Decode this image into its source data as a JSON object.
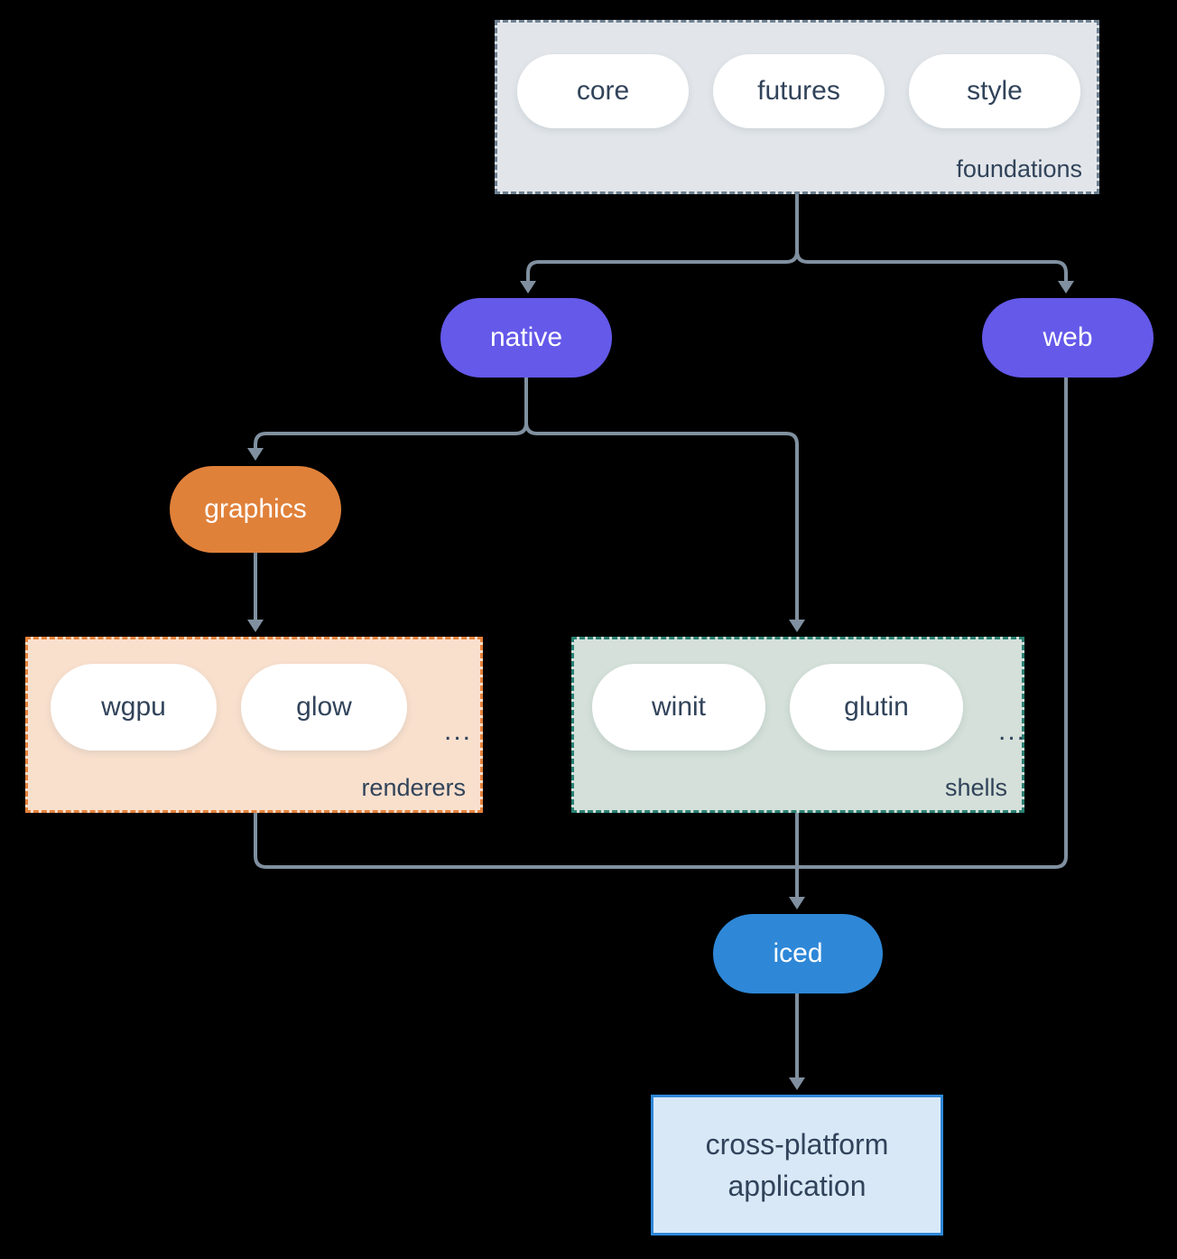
{
  "groups": {
    "foundations": {
      "label": "foundations",
      "items": [
        "core",
        "futures",
        "style"
      ]
    },
    "renderers": {
      "label": "renderers",
      "items": [
        "wgpu",
        "glow"
      ],
      "more": "..."
    },
    "shells": {
      "label": "shells",
      "items": [
        "winit",
        "glutin"
      ],
      "more": "..."
    }
  },
  "nodes": {
    "native": "native",
    "web": "web",
    "graphics": "graphics",
    "iced": "iced",
    "application": "cross-platform application"
  },
  "edges": [
    {
      "from": "foundations",
      "to": "native"
    },
    {
      "from": "foundations",
      "to": "web"
    },
    {
      "from": "native",
      "to": "graphics"
    },
    {
      "from": "native",
      "to": "shells"
    },
    {
      "from": "graphics",
      "to": "renderers"
    },
    {
      "from": "renderers",
      "to": "iced"
    },
    {
      "from": "shells",
      "to": "iced"
    },
    {
      "from": "web",
      "to": "iced"
    },
    {
      "from": "iced",
      "to": "application"
    }
  ],
  "colors": {
    "ink": "#31435a",
    "line": "#8090a0",
    "purple": "#6459e9",
    "orange": "#e0813a",
    "blue": "#2e87d7",
    "foundations-bg": "#e2e6ea",
    "foundations-border": "#6e8092",
    "renderers-bg": "#f9e0cd",
    "renderers-border": "#e5823c",
    "shells-bg": "#d4e0d9",
    "shells-border": "#2a8173",
    "app-bg": "#d9e8f7",
    "pill-bg": "#ffffff"
  }
}
